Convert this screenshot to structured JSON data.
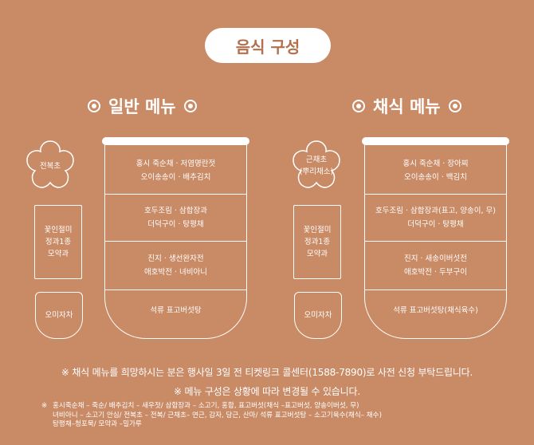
{
  "header": {
    "title": "음식 구성"
  },
  "general": {
    "title": "일반 메뉴",
    "flower": "전복초",
    "rect_lines": [
      "꽃인절미",
      "정과1종",
      "모약과"
    ],
    "cup": "오미자차",
    "bowl_rows": [
      [
        "홍시 죽순채 · 저염명란젓",
        "오이송송이 · 배추김치"
      ],
      [
        "호두조림 · 삼합장과",
        "더덕구이 · 탕평채"
      ],
      [
        "진지 · 생선완자전",
        "애호박전 · 녀비아니"
      ],
      [
        "석류 표고버섯탕"
      ]
    ]
  },
  "vegan": {
    "title": "채식 메뉴",
    "flower_lines": [
      "근채초",
      "(뿌리채소)"
    ],
    "rect_lines": [
      "꽃인절미",
      "정과1종",
      "모약과"
    ],
    "cup": "오미자차",
    "bowl_rows": [
      [
        "홍시 죽순채 · 장아찌",
        "오이송송이 · 백김치"
      ],
      [
        "호두조림 · 삼합장과(표고, 양송이, 무)",
        "더덕구이 · 탕평채"
      ],
      [
        "진지 · 새송이버섯전",
        "애호박전 · 두부구이"
      ],
      [
        "석류 표고버섯탕(채식육수)"
      ]
    ]
  },
  "notices": [
    "※ 채식 메뉴를 희망하시는 분은 행사일 3일 전 티켓링크 콜센터(1588-7890)로 사전 신청 부탁드립니다.",
    "※ 메뉴 구성은 상황에 따라 변경될 수 있습니다."
  ],
  "footnote": {
    "mark": "※",
    "lines": [
      "홍시죽순채 – 죽순/ 배추김치 – 새우젓/ 삼합장과 – 소고기, 홍합, 표고버섯(채식 –표고버섯, 양송이버섯, 무)",
      "녀비아니 – 소고기 안심/ 전복초 – 전복/ 근채초– 연근, 감자, 당근, 산마/ 석류 표고버섯탕 – 소고기육수(채식– 채수)",
      "탕평채–청포묵/ 모약과 –밀가루"
    ]
  },
  "colors": {
    "background": "#c98a66",
    "accent": "#b2704c",
    "foreground": "#ffffff"
  }
}
